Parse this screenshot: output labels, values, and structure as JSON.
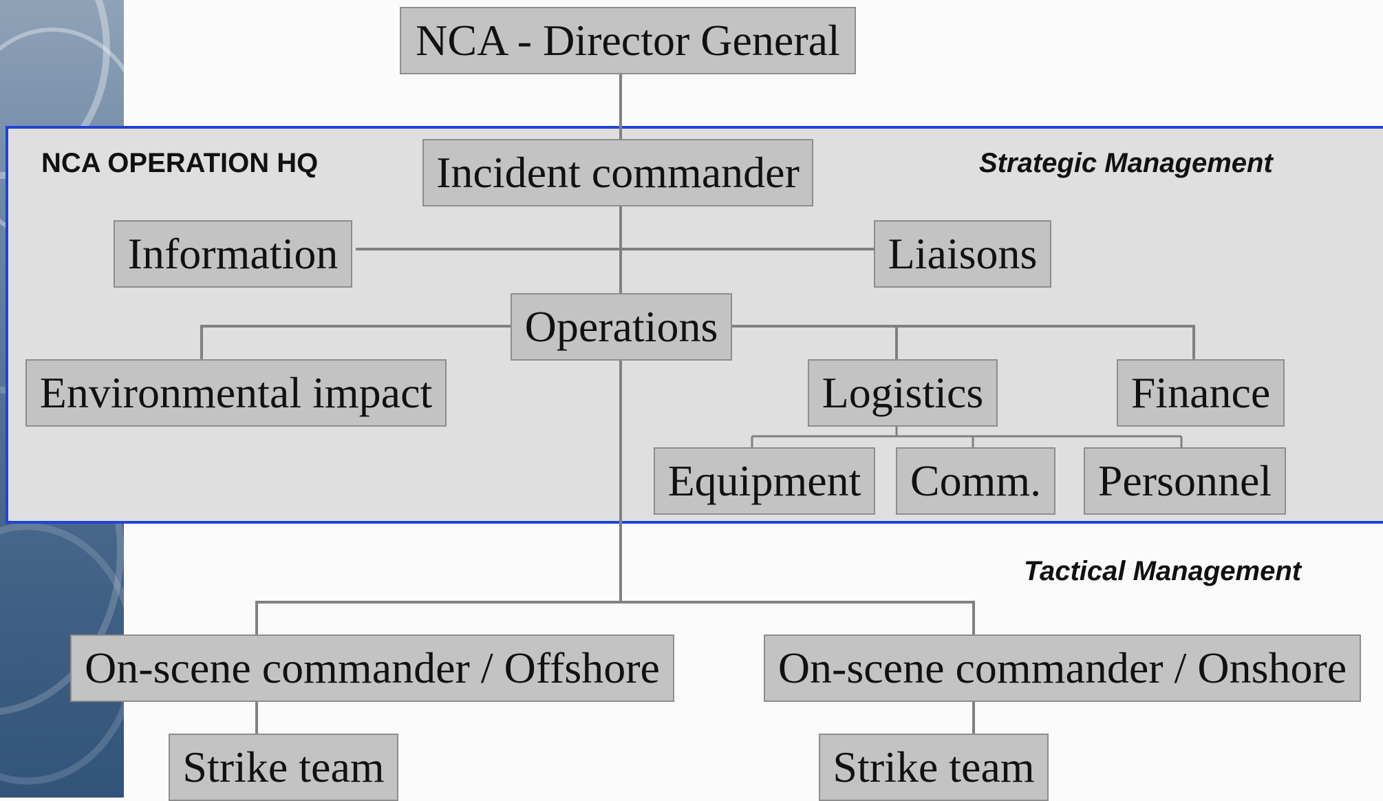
{
  "org_chart": {
    "panel_title": "NCA OPERATION HQ",
    "strategic_label": "Strategic Management",
    "tactical_label": "Tactical Management",
    "nodes": {
      "director": "NCA - Director General",
      "incident_commander": "Incident commander",
      "information": "Information",
      "liaisons": "Liaisons",
      "operations": "Operations",
      "environmental_impact": "Environmental impact",
      "logistics": "Logistics",
      "finance": "Finance",
      "equipment": "Equipment",
      "comm": "Comm.",
      "personnel": "Personnel",
      "osc_offshore": "On-scene commander / Offshore",
      "osc_onshore": "On-scene commander / Onshore",
      "strike_team_offshore": "Strike team",
      "strike_team_onshore": "Strike team"
    }
  },
  "colors": {
    "panel_border": "#1f43d6",
    "panel_fill": "#dfdfdf",
    "node_fill": "#c3c3c3",
    "connector": "#808080"
  }
}
